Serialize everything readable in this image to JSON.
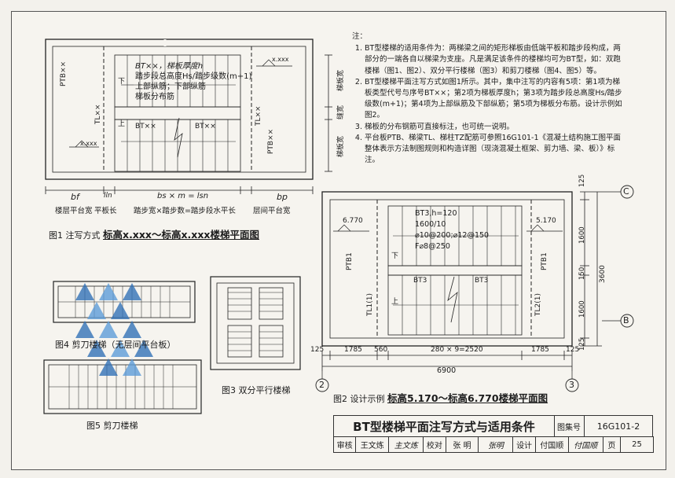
{
  "notes": {
    "heading": "注：",
    "items": [
      "BT型楼梯的适用条件为：两梯梁之间的矩形梯板由低端平板和踏步段构成，两部分的一端各自以梯梁为支座。凡是满足该条件的楼梯均可为BT型，如：双跑楼梯（图1、图2）、双分平行楼梯（图3）和剪刀楼梯（图4、图5）等。",
      "BT型楼梯平面注写方式如图1所示。其中，集中注写的内容有5项：第1项为梯板类型代号与序号BT××；第2项为梯板厚度h；第3项为踏步段总高度Hs/踏步级数(m+1)；第4项为上部纵筋及下部纵筋；第5项为梯板分布筋。设计示例如图2。",
      "梯板的分布钢筋可直接标注，也可统一说明。",
      "平台板PTB、梯梁TL、梯柱TZ配筋可参照16G101-1《混凝土结构施工图平面整体表示方法制图规则和构造详图（现浇混凝土框架、剪力墙、梁、板）》标注。"
    ]
  },
  "fig1": {
    "caption_prefix": "图1 注写方式",
    "caption_title": "标高x.xxx～标高x.xxx楼梯平面图",
    "bt_lines": [
      "BT××，梯板厚度h",
      "踏步段总高度Hs/踏步级数(m+1)",
      "上部纵筋；下部纵筋",
      "梯板分布筋"
    ],
    "ptb": "PTB××",
    "tl": "TL××",
    "bt_left": "BT××",
    "bt_right": "BT××",
    "up": "上",
    "down": "下",
    "elev_left": "x.xxx",
    "elev_right": "x.xxx",
    "side_top": "梯板宽",
    "side_mid": "缝宽",
    "side_bot": "梯板宽",
    "dim_bf": "bf",
    "dim_ln": "lln",
    "dim_mid": "bs × m = lsn",
    "dim_bp": "bp",
    "bot_1": "楼层平台宽",
    "bot_2": "平板长",
    "bot_3": "踏步宽×踏步数=踏步段水平长",
    "bot_4": "层间平台宽"
  },
  "fig2": {
    "caption_prefix": "图2 设计示例",
    "caption_title": "标高5.170～标高6.770楼梯平面图",
    "bt_lines": [
      "BT3,h=120",
      "1600/10",
      "⌀10@200;⌀12@150",
      "F⌀8@250"
    ],
    "elev_left": "6.770",
    "elev_right": "5.170",
    "ptb_left": "PTB1",
    "ptb_right": "PTB1",
    "tl_left": "TL1(1)",
    "tl_right": "TL2(1)",
    "bt_a": "BT3",
    "bt_b": "BT3",
    "up": "上",
    "down": "下",
    "dims_bottom": [
      "125",
      "1785",
      "560",
      "280 × 9=2520",
      "1785",
      "125"
    ],
    "total": "6900",
    "dims_right": [
      "125",
      "1600",
      "150",
      "1600",
      "125"
    ],
    "total_right": "3600",
    "axis_c": "C",
    "axis_b": "B",
    "axis_2": "2",
    "axis_3": "3"
  },
  "fig3": {
    "caption": "图3 双分平行楼梯"
  },
  "fig4": {
    "caption": "图4 剪刀楼梯（无层间平台板）"
  },
  "fig5": {
    "caption": "图5 剪刀楼梯"
  },
  "title_block": {
    "title": "BT型楼梯平面注写方式与适用条件",
    "atlas_label": "图集号",
    "atlas_no": "16G101-2",
    "review_label": "审核",
    "reviewer": "王文炼",
    "reviewer_sig": "主文炼",
    "check_label": "校对",
    "checker": "张 明",
    "checker_sig": "张明",
    "design_label": "设计",
    "designer": "付国顺",
    "designer_sig": "付国顺",
    "page_label": "页",
    "page_no": "25"
  }
}
